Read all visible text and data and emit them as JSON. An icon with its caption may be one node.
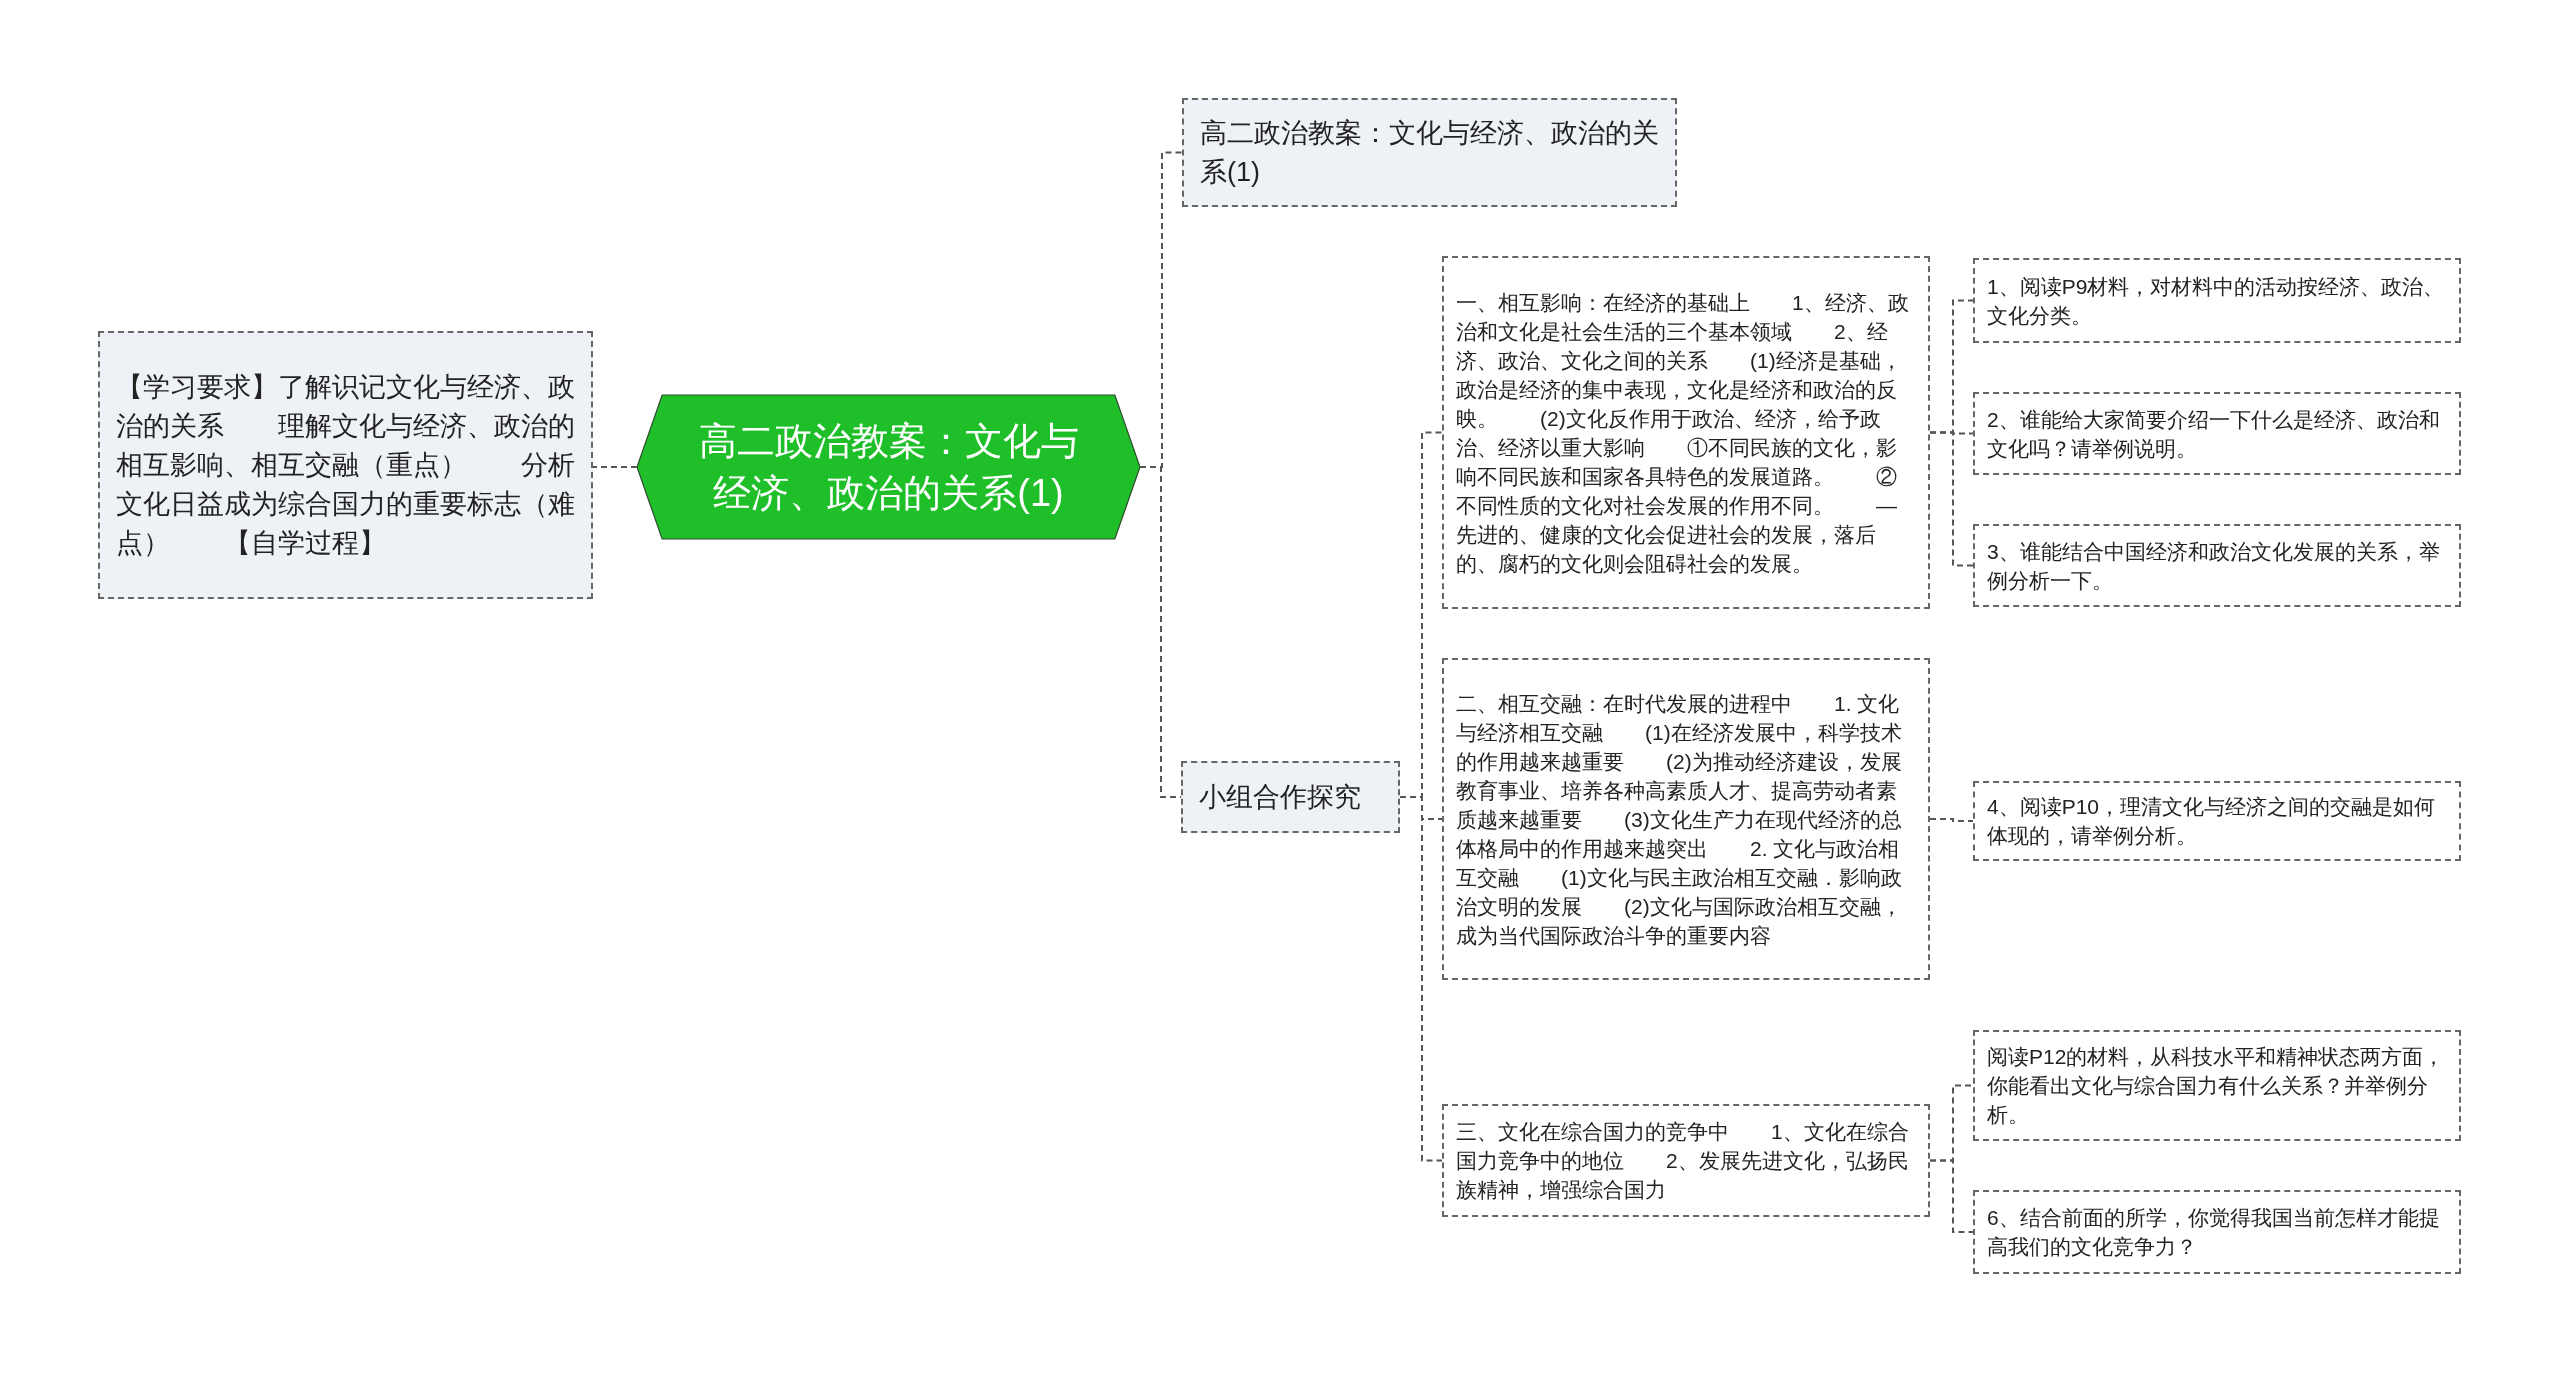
{
  "diagram": {
    "nodes": [
      {
        "text": [
          "高二政治教案：文化与经济、政治的关系(1)"
        ]
      },
      {
        "text": [
          "【学习要求】了解识记文化与经济、政治的关系　　理解文化与经济、政治的相互影响、相互交融（重点）　　分析文化日益成为综合国力的重要标志（难点）　　【自学过程】"
        ]
      },
      {
        "text": [
          "高二政治教案：文化与经济、政治的关系(1)"
        ]
      },
      {
        "text": [
          "小组合作探究"
        ]
      },
      {
        "text": [
          "一、相互影响：在经济的基础上　　1、经济、政治和文化是社会生活的三个基本领域　　2、经济、政治、文化之间的关系　　(1)经济是基础，政治是经济的集中表现，文化是经济和政治的反映。　　(2)文化反作用于政治、经济，给予政治、经济以重大影响　　①不同民族的文化，影响不同民族和国家各具特色的发展道路。　　②不同性质的文化对社会发展的作用不同。　　—先进的、健康的文化会促进社会的发展，落后的、腐朽的文化则会阻碍社会的发展。"
        ]
      },
      {
        "text": [
          "二、相互交融：在时代发展的进程中　　1. 文化与经济相互交融　　(1)在经济发展中，科学技术的作用越来越重要　　(2)为推动经济建设，发展教育事业、培养各种高素质人才、提高劳动者素质越来越重要　　(3)文化生产力在现代经济的总体格局中的作用越来越突出　　2. 文化与政治相互交融　　(1)文化与民主政治相互交融．影响政治文明的发展　　(2)文化与国际政治相互交融，成为当代国际政治斗争的重要内容"
        ]
      },
      {
        "text": [
          "三、文化在综合国力的竞争中　　1、文化在综合国力竞争中的地位　　2、发展先进文化，弘扬民族精神，增强综合国力"
        ]
      },
      {
        "text": [
          "1、阅读P9材料，对材料中的活动按经济、政治、文化分类。"
        ]
      },
      {
        "text": [
          "2、谁能给大家简要介绍一下什么是经济、政治和文化吗？请举例说明。"
        ]
      },
      {
        "text": [
          "3、谁能结合中国经济和政治文化发展的关系，举例分析一下。"
        ]
      },
      {
        "text": [
          "4、阅读P10，理清文化与经济之间的交融是如何体现的，请举例分析。"
        ]
      },
      {
        "text": [
          "阅读P12的材料，从科技水平和精神状态两方面，你能看出文化与综合国力有什么关系？并举例分析。"
        ]
      },
      {
        "text": [
          "6、结合前面的所学，你觉得我国当前怎样才能提高我们的文化竞争力？"
        ]
      }
    ],
    "edges": [
      {
        "from": 0,
        "to": 1,
        "arrow": "none"
      },
      {
        "from": 0,
        "to": 2,
        "arrow": "none"
      },
      {
        "from": 0,
        "to": 3,
        "arrow": "none"
      },
      {
        "from": 3,
        "to": 4,
        "arrow": "none"
      },
      {
        "from": 3,
        "to": 5,
        "arrow": "none"
      },
      {
        "from": 3,
        "to": 6,
        "arrow": "none"
      },
      {
        "from": 4,
        "to": 7,
        "arrow": "none"
      },
      {
        "from": 4,
        "to": 8,
        "arrow": "none"
      },
      {
        "from": 4,
        "to": 9,
        "arrow": "none"
      },
      {
        "from": 5,
        "to": 10,
        "arrow": "none"
      },
      {
        "from": 6,
        "to": 11,
        "arrow": "none"
      },
      {
        "from": 6,
        "to": 12,
        "arrow": "none"
      }
    ]
  }
}
